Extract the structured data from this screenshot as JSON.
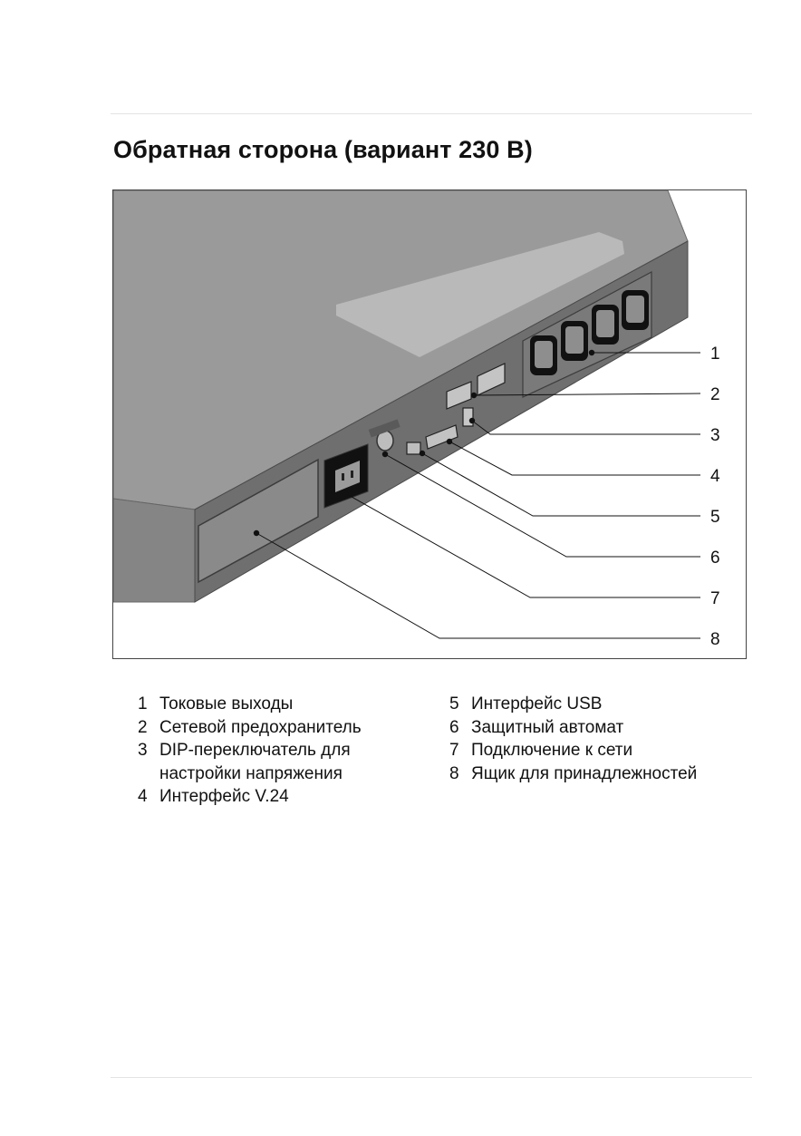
{
  "title": "Обратная сторона (вариант 230 В)",
  "callouts": [
    "1",
    "2",
    "3",
    "4",
    "5",
    "6",
    "7",
    "8"
  ],
  "legend": {
    "left": [
      {
        "num": "1",
        "text": "Токовые выходы"
      },
      {
        "num": "2",
        "text": "Сетевой предохранитель"
      },
      {
        "num": "3",
        "text": "DIP-переключатель для настройки напряжения"
      },
      {
        "num": "4",
        "text": "Интерфейс V.24"
      }
    ],
    "right": [
      {
        "num": "5",
        "text": "Интерфейс USB"
      },
      {
        "num": "6",
        "text": "Защитный автомат"
      },
      {
        "num": "7",
        "text": "Подключение к сети"
      },
      {
        "num": "8",
        "text": "Ящик для принадлежностей"
      }
    ]
  }
}
